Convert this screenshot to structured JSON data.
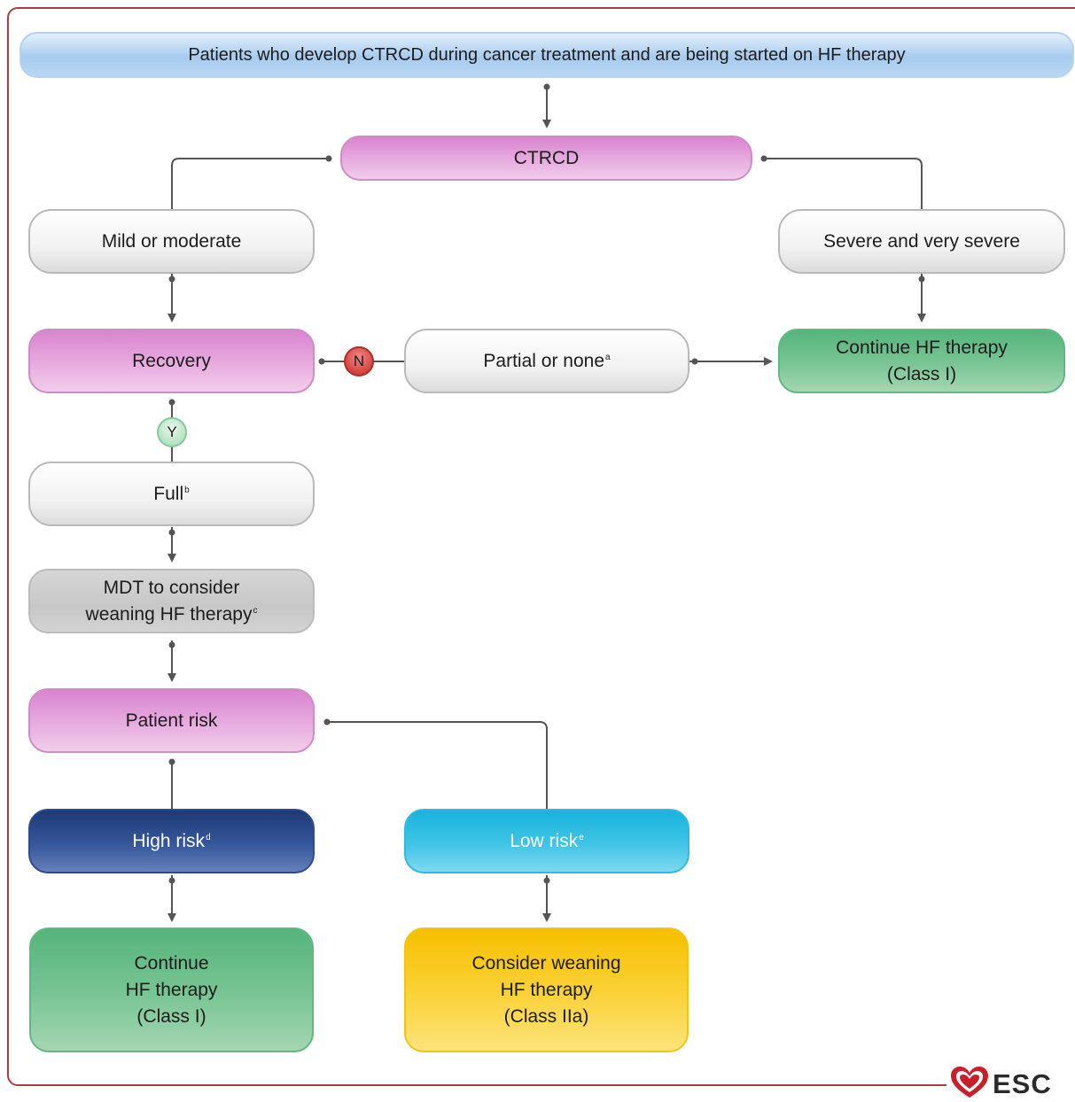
{
  "nodes": {
    "start": "Patients who develop CTRCD during cancer treatment and are being started on HF therapy",
    "ctrcd": "CTRCD",
    "mild": "Mild or moderate",
    "severe": "Severe and very severe",
    "recovery": "Recovery",
    "partial": "Partial or none",
    "partial_sup": "a",
    "continue_hf_top_line1": "Continue HF therapy",
    "continue_hf_top_line2": "(Class I)",
    "full": "Full",
    "full_sup": "b",
    "mdt_line1": "MDT to consider",
    "mdt_line2": "weaning HF therapy",
    "mdt_sup": "c",
    "patient_risk": "Patient risk",
    "high_risk": "High risk",
    "high_risk_sup": "d",
    "low_risk": "Low risk",
    "low_risk_sup": "e",
    "continue_line1": "Continue",
    "continue_line2": "HF therapy",
    "continue_line3": "(Class I)",
    "wean_line1": "Consider weaning",
    "wean_line2": "HF therapy",
    "wean_line3": "(Class IIa)"
  },
  "badges": {
    "no": "N",
    "yes": "Y"
  },
  "logo": {
    "text": "ESC"
  },
  "colors": {
    "frame": "#b03b42",
    "connector": "#555555",
    "pink": "#e7acdf",
    "green": "#7ac595",
    "navy": "#35569a",
    "cyan": "#40c4e6",
    "yellow": "#fad23a",
    "logo_red": "#c8202b"
  }
}
